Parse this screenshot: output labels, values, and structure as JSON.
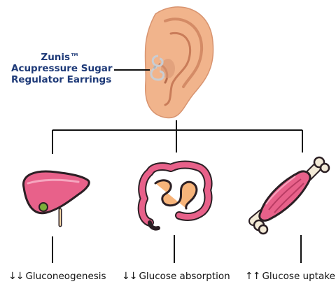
{
  "product": {
    "name_line1": "Zunis™",
    "name_line2": "Acupressure Sugar",
    "name_line3": "Regulator Earrings"
  },
  "effects": [
    {
      "organ": "liver-icon",
      "arrows": "↓↓",
      "label": "Gluconeogenesis"
    },
    {
      "organ": "intestine-icon",
      "arrows": "↓↓",
      "label": "Glucose absorption"
    },
    {
      "organ": "muscle-icon",
      "arrows": "↑↑",
      "label": "Glucose uptake"
    }
  ],
  "colors": {
    "brand_text": "#1e3a78",
    "skin": "#f1b48c",
    "organ_pink": "#e8618a",
    "organ_outline": "#2b1f24",
    "line": "#111111"
  }
}
